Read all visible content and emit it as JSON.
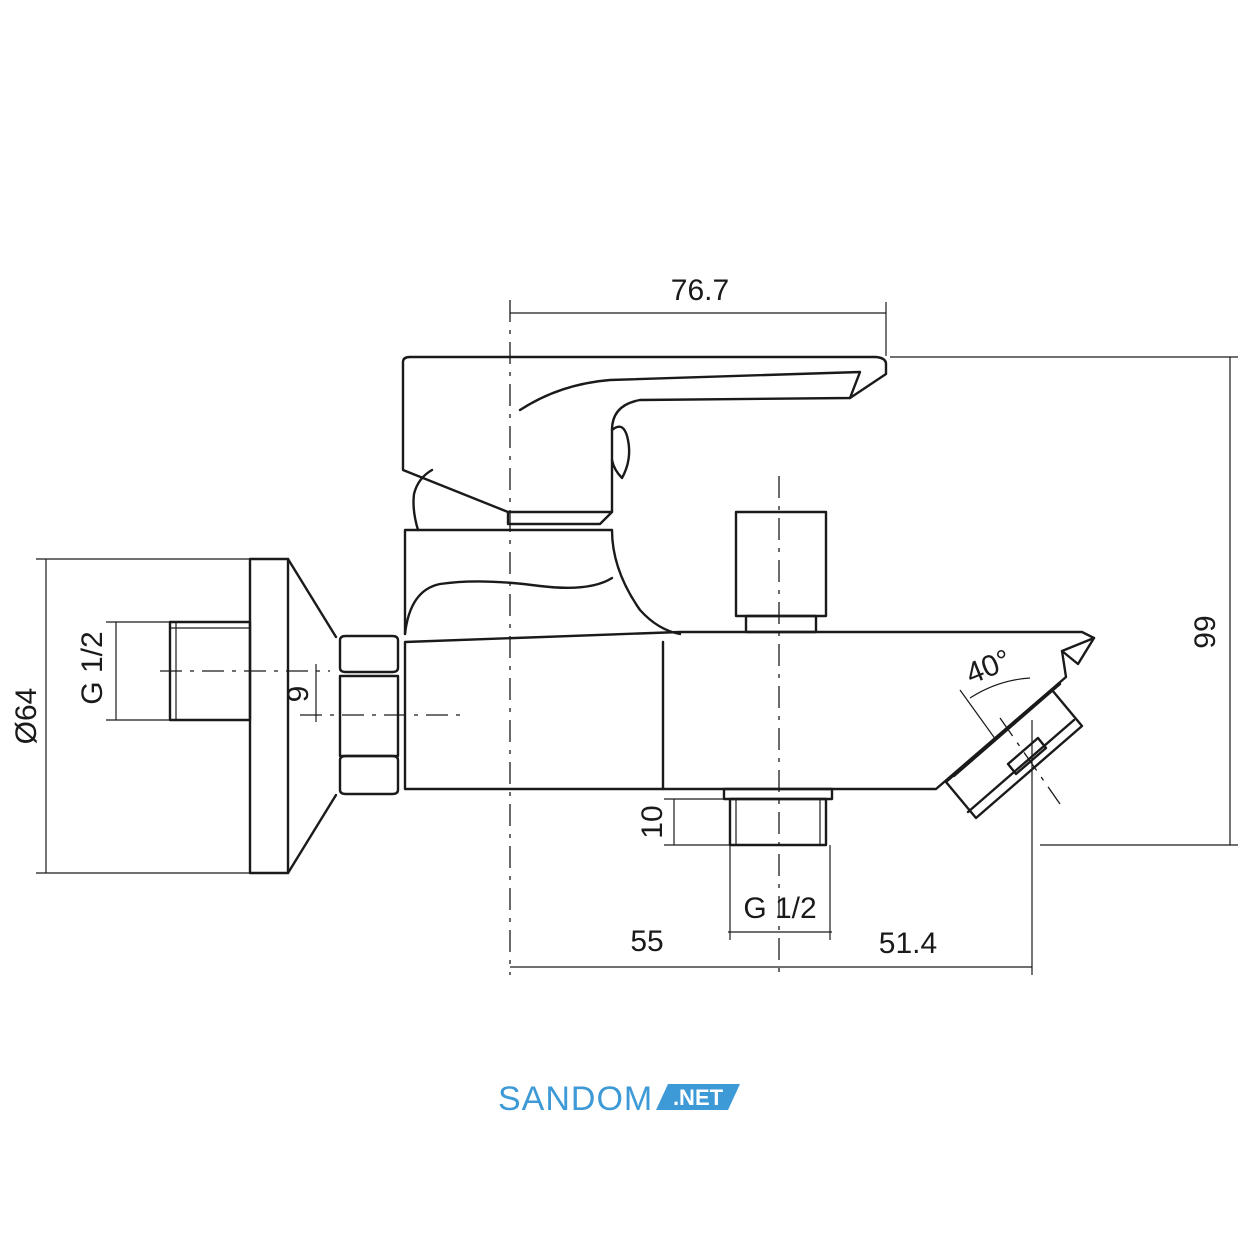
{
  "dimensions": {
    "handle_reach": "76.7",
    "total_height": "99",
    "flange_diameter": "Ø64",
    "inlet_thread": "G 1/2",
    "inlet_offset": "9",
    "outlet_thread": "G 1/2",
    "outlet_height": "10",
    "spout_angle": "40°",
    "wall_to_outlet": "55",
    "outlet_to_spout": "51.4"
  },
  "logo": {
    "brand": "SANDOM",
    "suffix": ".NET",
    "color": "#3d9ad6"
  }
}
